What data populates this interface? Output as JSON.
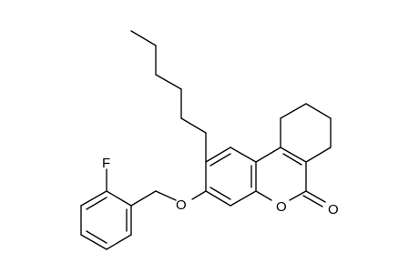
{
  "molecule": {
    "atoms": {
      "fluorine": "F",
      "ether_oxygen": "O",
      "lactone_oxygen": "O",
      "carbonyl_oxygen": "O"
    }
  },
  "colors": {
    "background": "#ffffff",
    "bonds": "#000000",
    "labels": "#000000"
  }
}
